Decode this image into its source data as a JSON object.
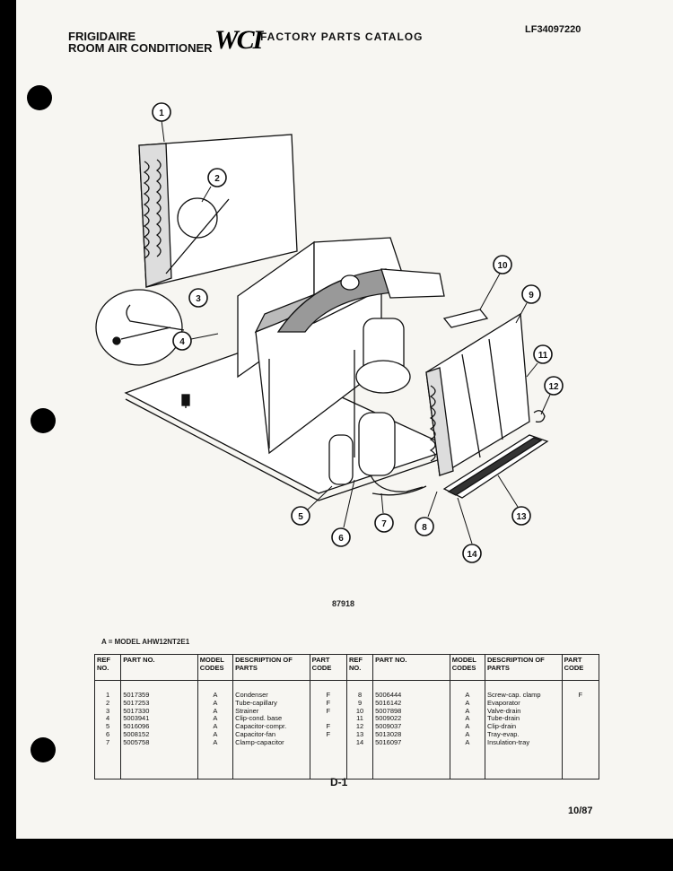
{
  "header": {
    "brand": "FRIGIDAIRE",
    "product": "ROOM AIR CONDITIONER",
    "logo_text": "WCI",
    "catalog_title": "FACTORY PARTS CATALOG",
    "catalog_number": "LF34097220"
  },
  "diagram": {
    "figure_number": "87918",
    "callouts": [
      "1",
      "2",
      "3",
      "4",
      "5",
      "6",
      "7",
      "8",
      "9",
      "10",
      "11",
      "12",
      "13",
      "14"
    ]
  },
  "model_note": "A = MODEL AHW12NT2E1",
  "table": {
    "headers": {
      "ref_no": "REF NO.",
      "part_no": "PART NO.",
      "model_codes": "MODEL CODES",
      "description": "DESCRIPTION OF PARTS",
      "part_code": "PART CODE"
    },
    "left": [
      {
        "ref": "1",
        "part": "5017359",
        "model": "A",
        "desc": "Condenser",
        "code": "F"
      },
      {
        "ref": "2",
        "part": "5017253",
        "model": "A",
        "desc": "Tube-capillary",
        "code": "F"
      },
      {
        "ref": "3",
        "part": "5017330",
        "model": "A",
        "desc": "Strainer",
        "code": "F"
      },
      {
        "ref": "4",
        "part": "5003941",
        "model": "A",
        "desc": "Clip-cond. base",
        "code": ""
      },
      {
        "ref": "5",
        "part": "5016096",
        "model": "A",
        "desc": "Capacitor-compr.",
        "code": "F"
      },
      {
        "ref": "6",
        "part": "5008152",
        "model": "A",
        "desc": "Capacitor-fan",
        "code": "F"
      },
      {
        "ref": "7",
        "part": "5005758",
        "model": "A",
        "desc": "Clamp-capacitor",
        "code": ""
      }
    ],
    "right": [
      {
        "ref": "8",
        "part": "5006444",
        "model": "A",
        "desc": "Screw-cap. clamp",
        "code": "F"
      },
      {
        "ref": "9",
        "part": "5016142",
        "model": "A",
        "desc": "Evaporator",
        "code": ""
      },
      {
        "ref": "10",
        "part": "5007898",
        "model": "A",
        "desc": "Valve-drain",
        "code": ""
      },
      {
        "ref": "11",
        "part": "5009022",
        "model": "A",
        "desc": "Tube-drain",
        "code": ""
      },
      {
        "ref": "12",
        "part": "5009037",
        "model": "A",
        "desc": "Clip-drain",
        "code": ""
      },
      {
        "ref": "13",
        "part": "5013028",
        "model": "A",
        "desc": "Tray-evap.",
        "code": ""
      },
      {
        "ref": "14",
        "part": "5016097",
        "model": "A",
        "desc": "Insulation-tray",
        "code": ""
      }
    ]
  },
  "page_number": "D-1",
  "date": "10/87"
}
